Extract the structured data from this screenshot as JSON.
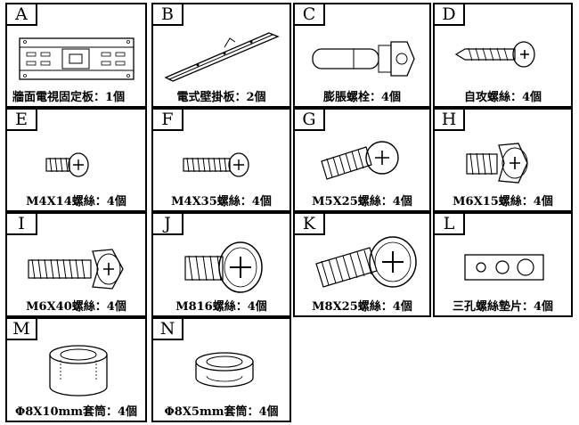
{
  "parts": [
    {
      "letter": "A",
      "name": "牆面電視固定板",
      "qty": "1個"
    },
    {
      "letter": "B",
      "name": "電式壁掛板",
      "qty": "2個"
    },
    {
      "letter": "C",
      "name": "膨脹螺栓",
      "qty": "4個"
    },
    {
      "letter": "D",
      "name": "自攻螺絲",
      "qty": "4個"
    },
    {
      "letter": "E",
      "name": "M4X14螺絲",
      "qty": "4個"
    },
    {
      "letter": "F",
      "name": "M4X35螺絲",
      "qty": "4個"
    },
    {
      "letter": "G",
      "name": "M5X25螺絲",
      "qty": "4個"
    },
    {
      "letter": "H",
      "name": "M6X15螺絲",
      "qty": "4個"
    },
    {
      "letter": "I",
      "name": "M6X40螺絲",
      "qty": "4個"
    },
    {
      "letter": "J",
      "name": "M816螺絲",
      "qty": "4個"
    },
    {
      "letter": "K",
      "name": "M8X25螺絲",
      "qty": "4個"
    },
    {
      "letter": "L",
      "name": "三孔螺絲墊片",
      "qty": "4個"
    },
    {
      "letter": "M",
      "name": "Φ8X10mm套筒",
      "qty": "4個"
    },
    {
      "letter": "N",
      "name": "Φ8X5mm套筒",
      "qty": "4個"
    }
  ],
  "separator": "："
}
